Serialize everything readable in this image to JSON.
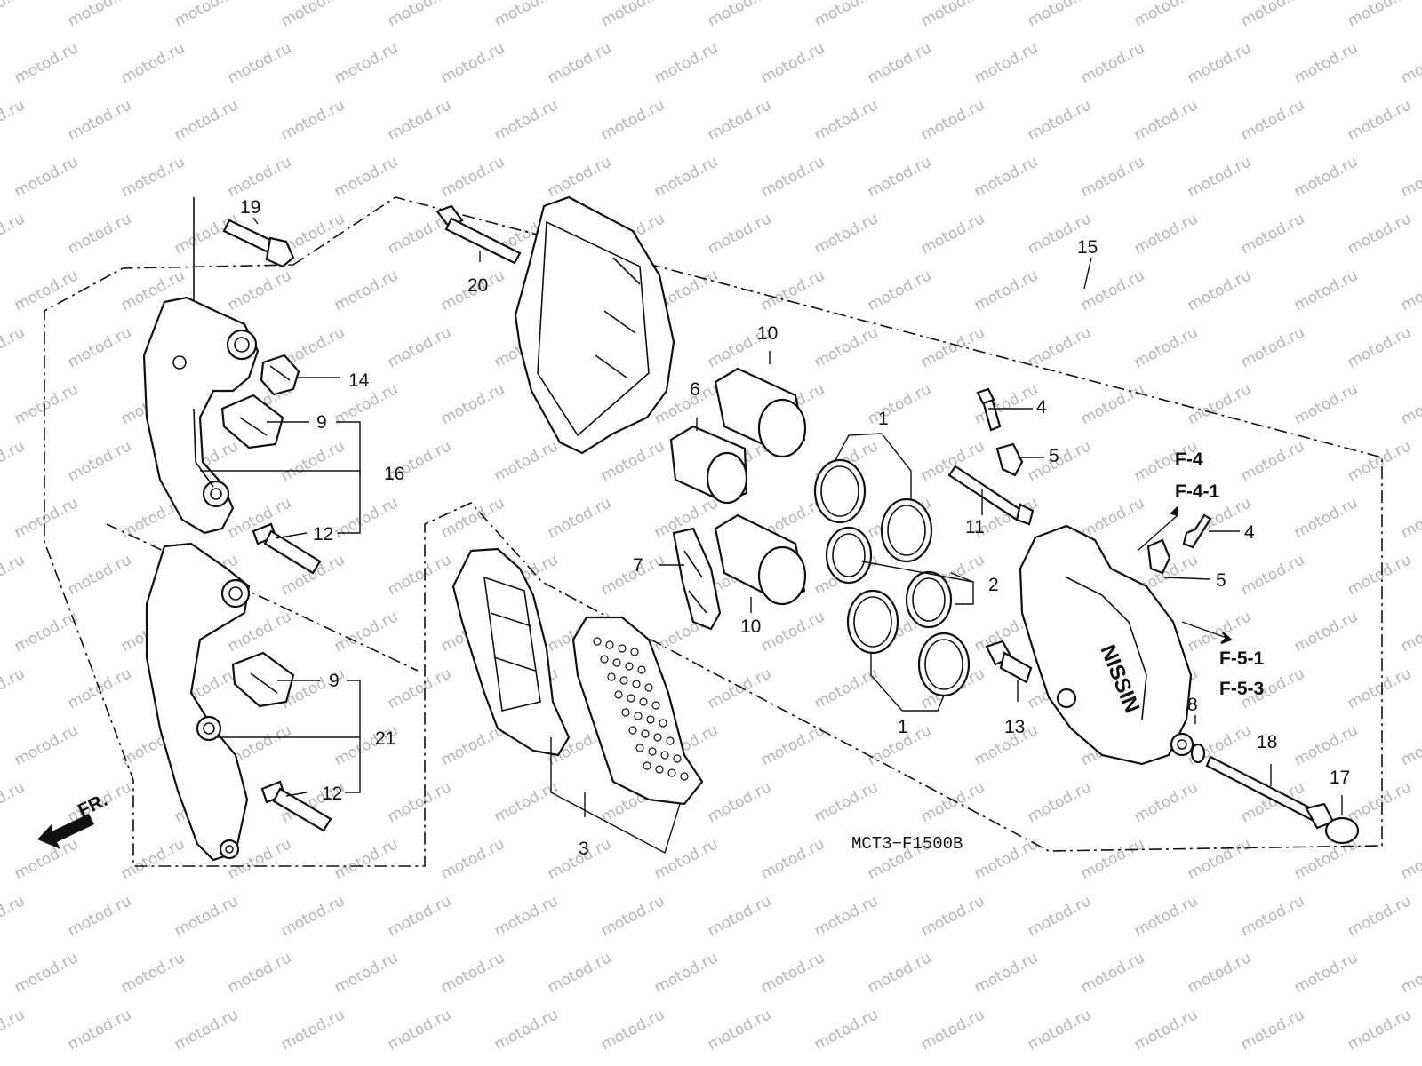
{
  "watermark": "motod.ru",
  "diagram_code": "MCT3−F1500B",
  "direction_label": "FR.",
  "part_labels": {
    "p1a": "1",
    "p1b": "1",
    "p2": "2",
    "p3": "3",
    "p4a": "4",
    "p4b": "4",
    "p5a": "5",
    "p5b": "5",
    "p6": "6",
    "p7": "7",
    "p8": "8",
    "p9a": "9",
    "p9b": "9",
    "p10a": "10",
    "p10b": "10",
    "p11": "11",
    "p12a": "12",
    "p12b": "12",
    "p13": "13",
    "p14": "14",
    "p15": "15",
    "p16": "16",
    "p17": "17",
    "p18": "18",
    "p19": "19",
    "p20": "20",
    "p21": "21"
  },
  "references": {
    "upper_1": "F-4",
    "upper_2": "F-4-1",
    "lower_1": "F-5-1",
    "lower_2": "F-5-3"
  },
  "caliper_brand": "NISSIN"
}
